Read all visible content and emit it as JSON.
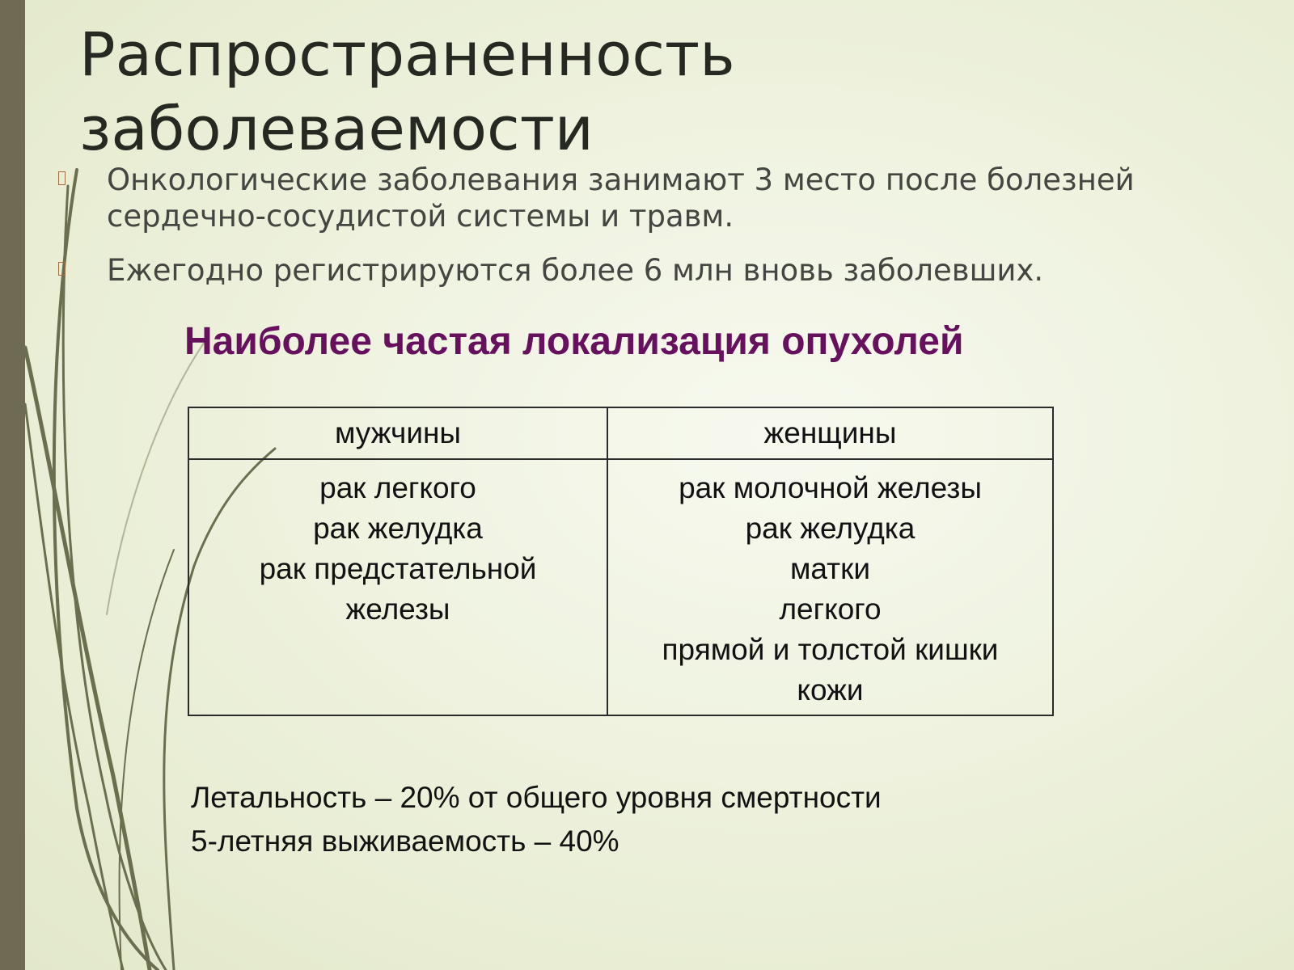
{
  "slide": {
    "title_lines": [
      "Распространенность",
      "заболеваемости"
    ],
    "bullets": [
      "Онкологические заболевания занимают 3 место после болезней сердечно-сосудистой системы и травм.",
      "Ежегодно регистрируются более 6 млн вновь заболевших."
    ],
    "subtitle": "Наиболее частая локализация опухолей",
    "table": {
      "headers": [
        "мужчины",
        "женщины"
      ],
      "men": [
        "рак легкого",
        "рак желудка",
        "рак предстательной",
        "железы"
      ],
      "women": [
        "рак молочной железы",
        "рак желудка",
        "матки",
        "легкого",
        "прямой и толстой кишки",
        "кожи"
      ]
    },
    "footer": [
      "Летальность – 20% от общего уровня смертности",
      "5-летняя выживаемость – 40%"
    ]
  },
  "colors": {
    "left_band": "#6f6a53",
    "title": "#262922",
    "bullet_text": "#444641",
    "subtitle": "#66105e",
    "grass": "#6b6f4f"
  },
  "icons": {
    "bullet": "bullet-marker-icon",
    "decor": "grass-decoration"
  }
}
